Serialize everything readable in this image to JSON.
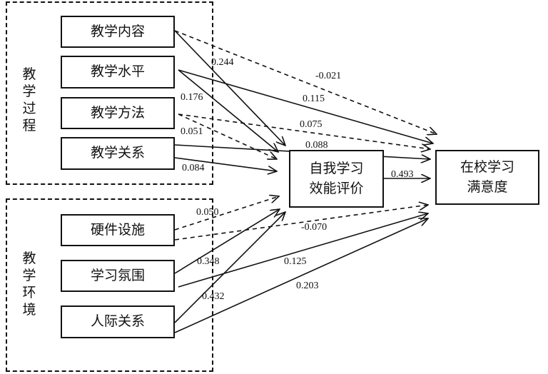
{
  "groups": [
    {
      "label": "教学过程"
    },
    {
      "label": "教学环境"
    }
  ],
  "factors": [
    "教学内容",
    "教学水平",
    "教学方法",
    "教学关系",
    "硬件设施",
    "学习氛围",
    "人际关系"
  ],
  "mediator": {
    "line1": "自我学习",
    "line2": "效能评价"
  },
  "outcome": {
    "line1": "在校学习",
    "line2": "满意度"
  },
  "paths": [
    {
      "from": "教学内容",
      "to": "自我学习效能评价",
      "coef": "0.244",
      "line": "solid"
    },
    {
      "from": "教学内容",
      "to": "在校学习满意度",
      "coef": "-0.021",
      "line": "dashed"
    },
    {
      "from": "教学水平",
      "to": "自我学习效能评价",
      "coef": "0.176",
      "line": "solid"
    },
    {
      "from": "教学水平",
      "to": "在校学习满意度",
      "coef": "0.115",
      "line": "solid"
    },
    {
      "from": "教学方法",
      "to": "自我学习效能评价",
      "coef": "0.051",
      "line": "dashed"
    },
    {
      "from": "教学方法",
      "to": "在校学习满意度",
      "coef": "0.075",
      "line": "dashed"
    },
    {
      "from": "教学关系",
      "to": "在校学习满意度",
      "coef": "0.088",
      "line": "solid"
    },
    {
      "from": "教学关系",
      "to": "自我学习效能评价",
      "coef": "0.084",
      "line": "solid"
    },
    {
      "from": "自我学习效能评价",
      "to": "在校学习满意度",
      "coef": "0.493",
      "line": "solid"
    },
    {
      "from": "硬件设施",
      "to": "自我学习效能评价",
      "coef": "0.050",
      "line": "dashed"
    },
    {
      "from": "硬件设施",
      "to": "在校学习满意度",
      "coef": "-0.070",
      "line": "dashed"
    },
    {
      "from": "学习氛围",
      "to": "自我学习效能评价",
      "coef": "0.348",
      "line": "solid"
    },
    {
      "from": "学习氛围",
      "to": "在校学习满意度",
      "coef": "0.125",
      "line": "solid"
    },
    {
      "from": "人际关系",
      "to": "自我学习效能评价",
      "coef": "0.432",
      "line": "solid"
    },
    {
      "from": "人际关系",
      "to": "在校学习满意度",
      "coef": "0.203",
      "line": "solid"
    }
  ]
}
